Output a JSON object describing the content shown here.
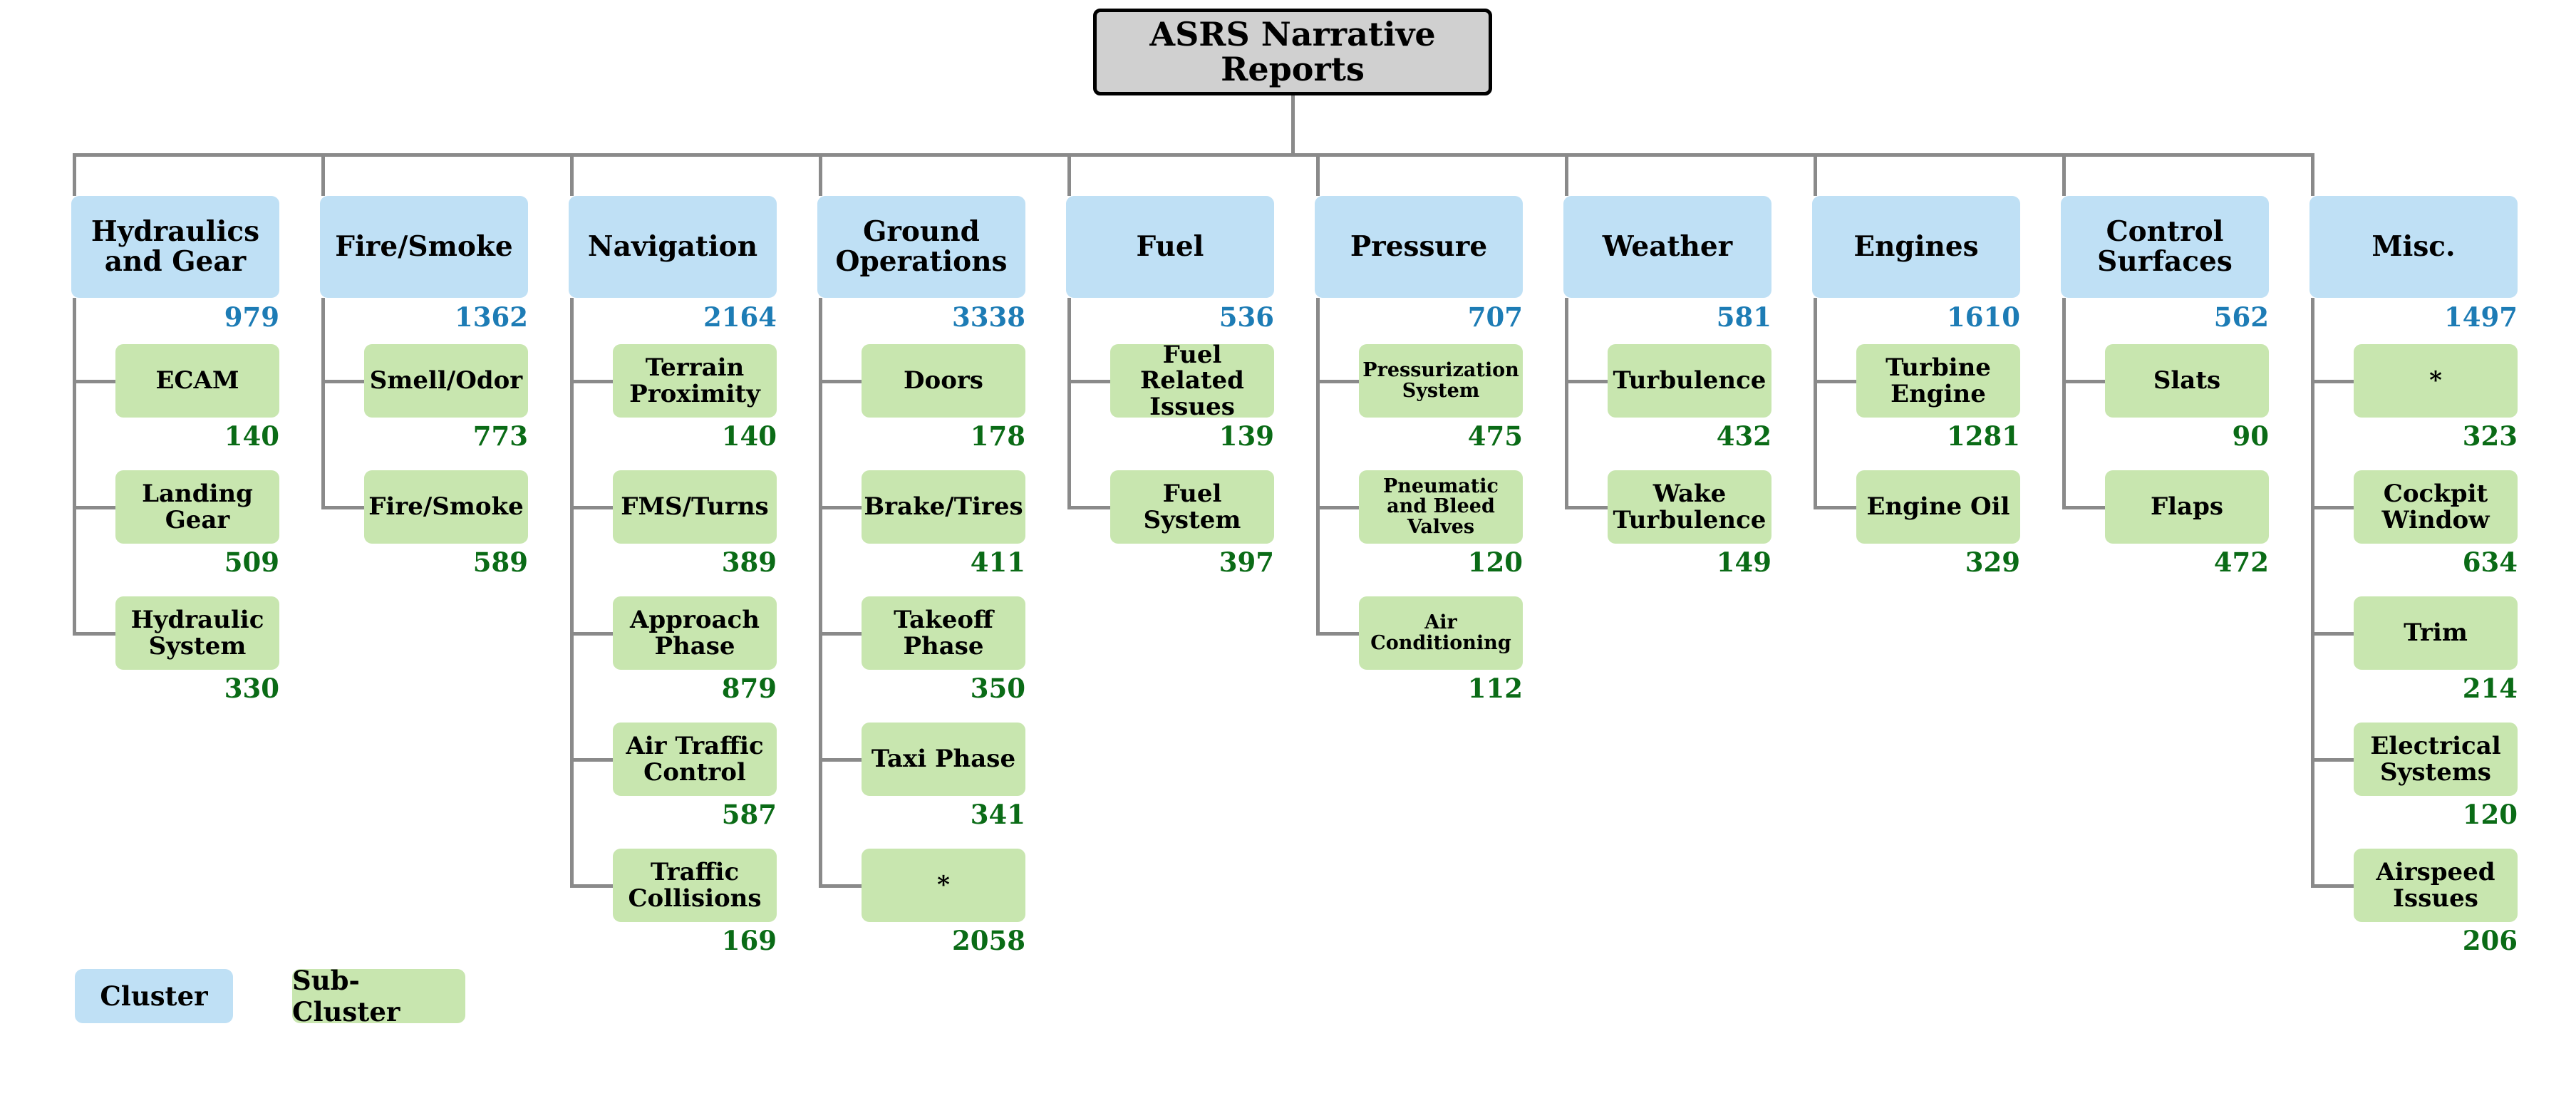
{
  "title": "ASRS Narrative Reports",
  "colors": {
    "cluster_fill": "#bfe0f5",
    "subcluster_fill": "#c8e6af",
    "root_fill": "#d0d0d0",
    "cluster_count": "#1d7cb5",
    "subcluster_count": "#0a6b16",
    "connector": "#8a8a8a"
  },
  "legend": {
    "cluster_label": "Cluster",
    "subcluster_label": "Sub-Cluster"
  },
  "root": {
    "label": "ASRS Narrative Reports"
  },
  "clusters": [
    {
      "label": "Hydraulics and Gear",
      "count": "979",
      "subclusters": [
        {
          "label": "ECAM",
          "count": "140"
        },
        {
          "label": "Landing Gear",
          "count": "509"
        },
        {
          "label": "Hydraulic System",
          "count": "330"
        }
      ]
    },
    {
      "label": "Fire/Smoke",
      "count": "1362",
      "subclusters": [
        {
          "label": "Smell/Odor",
          "count": "773"
        },
        {
          "label": "Fire/Smoke",
          "count": "589"
        }
      ]
    },
    {
      "label": "Navigation",
      "count": "2164",
      "subclusters": [
        {
          "label": "Terrain Proximity",
          "count": "140"
        },
        {
          "label": "FMS/Turns",
          "count": "389"
        },
        {
          "label": "Approach Phase",
          "count": "879"
        },
        {
          "label": "Air Traffic Control",
          "count": "587"
        },
        {
          "label": "Traffic Collisions",
          "count": "169"
        }
      ]
    },
    {
      "label": "Ground Operations",
      "count": "3338",
      "subclusters": [
        {
          "label": "Doors",
          "count": "178"
        },
        {
          "label": "Brake/Tires",
          "count": "411"
        },
        {
          "label": "Takeoff Phase",
          "count": "350"
        },
        {
          "label": "Taxi Phase",
          "count": "341"
        },
        {
          "label": "*",
          "count": "2058"
        }
      ]
    },
    {
      "label": "Fuel",
      "count": "536",
      "subclusters": [
        {
          "label": "Fuel Related Issues",
          "count": "139"
        },
        {
          "label": "Fuel System",
          "count": "397"
        }
      ]
    },
    {
      "label": "Pressure",
      "count": "707",
      "subclusters": [
        {
          "label": "Pressurization System",
          "count": "475",
          "small": true
        },
        {
          "label": "Pneumatic and Bleed Valves",
          "count": "120",
          "small": true
        },
        {
          "label": "Air Conditioning",
          "count": "112",
          "small": true
        }
      ]
    },
    {
      "label": "Weather",
      "count": "581",
      "subclusters": [
        {
          "label": "Turbulence",
          "count": "432"
        },
        {
          "label": "Wake Turbulence",
          "count": "149"
        }
      ]
    },
    {
      "label": "Engines",
      "count": "1610",
      "subclusters": [
        {
          "label": "Turbine Engine",
          "count": "1281"
        },
        {
          "label": "Engine Oil",
          "count": "329"
        }
      ]
    },
    {
      "label": "Control Surfaces",
      "count": "562",
      "subclusters": [
        {
          "label": "Slats",
          "count": "90"
        },
        {
          "label": "Flaps",
          "count": "472"
        }
      ]
    },
    {
      "label": "Misc.",
      "count": "1497",
      "subclusters": [
        {
          "label": "*",
          "count": "323"
        },
        {
          "label": "Cockpit Window",
          "count": "634"
        },
        {
          "label": "Trim",
          "count": "214"
        },
        {
          "label": "Electrical Systems",
          "count": "120"
        },
        {
          "label": "Airspeed Issues",
          "count": "206"
        }
      ]
    }
  ]
}
